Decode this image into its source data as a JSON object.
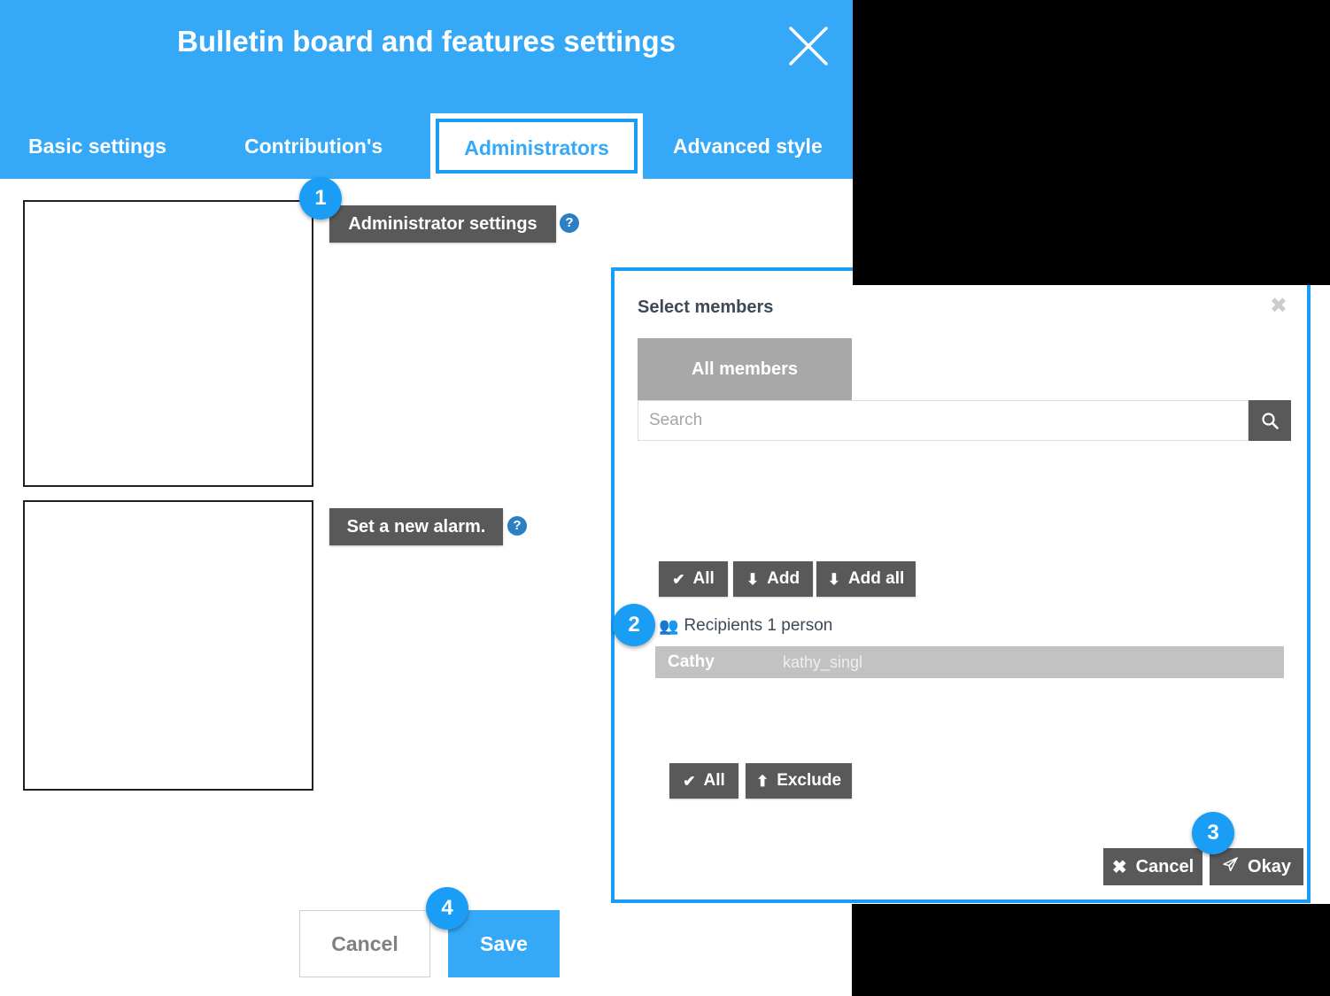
{
  "main_modal": {
    "title": "Bulletin board and features settings",
    "close_icon": "close-x-icon",
    "tabs": [
      {
        "label": "Basic settings",
        "active": false
      },
      {
        "label": "Contribution's",
        "active": false
      },
      {
        "label": "Administrators",
        "active": true
      },
      {
        "label": "Advanced style",
        "active": false
      }
    ],
    "labels": {
      "administrator_settings": "Administrator settings",
      "set_new_alarm": "Set a new alarm.",
      "help_glyph": "?"
    },
    "footer": {
      "cancel_label": "Cancel",
      "save_label": "Save"
    }
  },
  "member_dialog": {
    "title": "Select members",
    "close_glyph": "✖",
    "tab_label": "All members",
    "search": {
      "value": "",
      "placeholder": "Search",
      "button_icon": "search-icon"
    },
    "source_actions": [
      {
        "label": "All",
        "icon": "✔"
      },
      {
        "label": "Add",
        "icon": "⬇"
      },
      {
        "label": "Add all",
        "icon": "⬇"
      }
    ],
    "recipients": {
      "icon": "&#128101;",
      "label": "Recipients 1 person",
      "rows": [
        {
          "name": "Cathy",
          "id": "kathy_singl"
        }
      ]
    },
    "recipient_actions": [
      {
        "label": "All",
        "icon": "✔"
      },
      {
        "label": "Exclude",
        "icon": "⬆"
      }
    ],
    "footer": {
      "cancel_label": "Cancel",
      "cancel_icon": "✖",
      "okay_label": "Okay",
      "okay_icon": "send-icon"
    }
  },
  "markers": [
    {
      "number": "1"
    },
    {
      "number": "2"
    },
    {
      "number": "3"
    },
    {
      "number": "4"
    }
  ],
  "colors": {
    "brand_blue": "#35a8f7",
    "marker_blue": "#1a9ef5",
    "dark_gray_button": "#595959",
    "tab_gray": "#a8a8a8",
    "row_gray": "#c2c2c2",
    "blackout": "#000000"
  }
}
